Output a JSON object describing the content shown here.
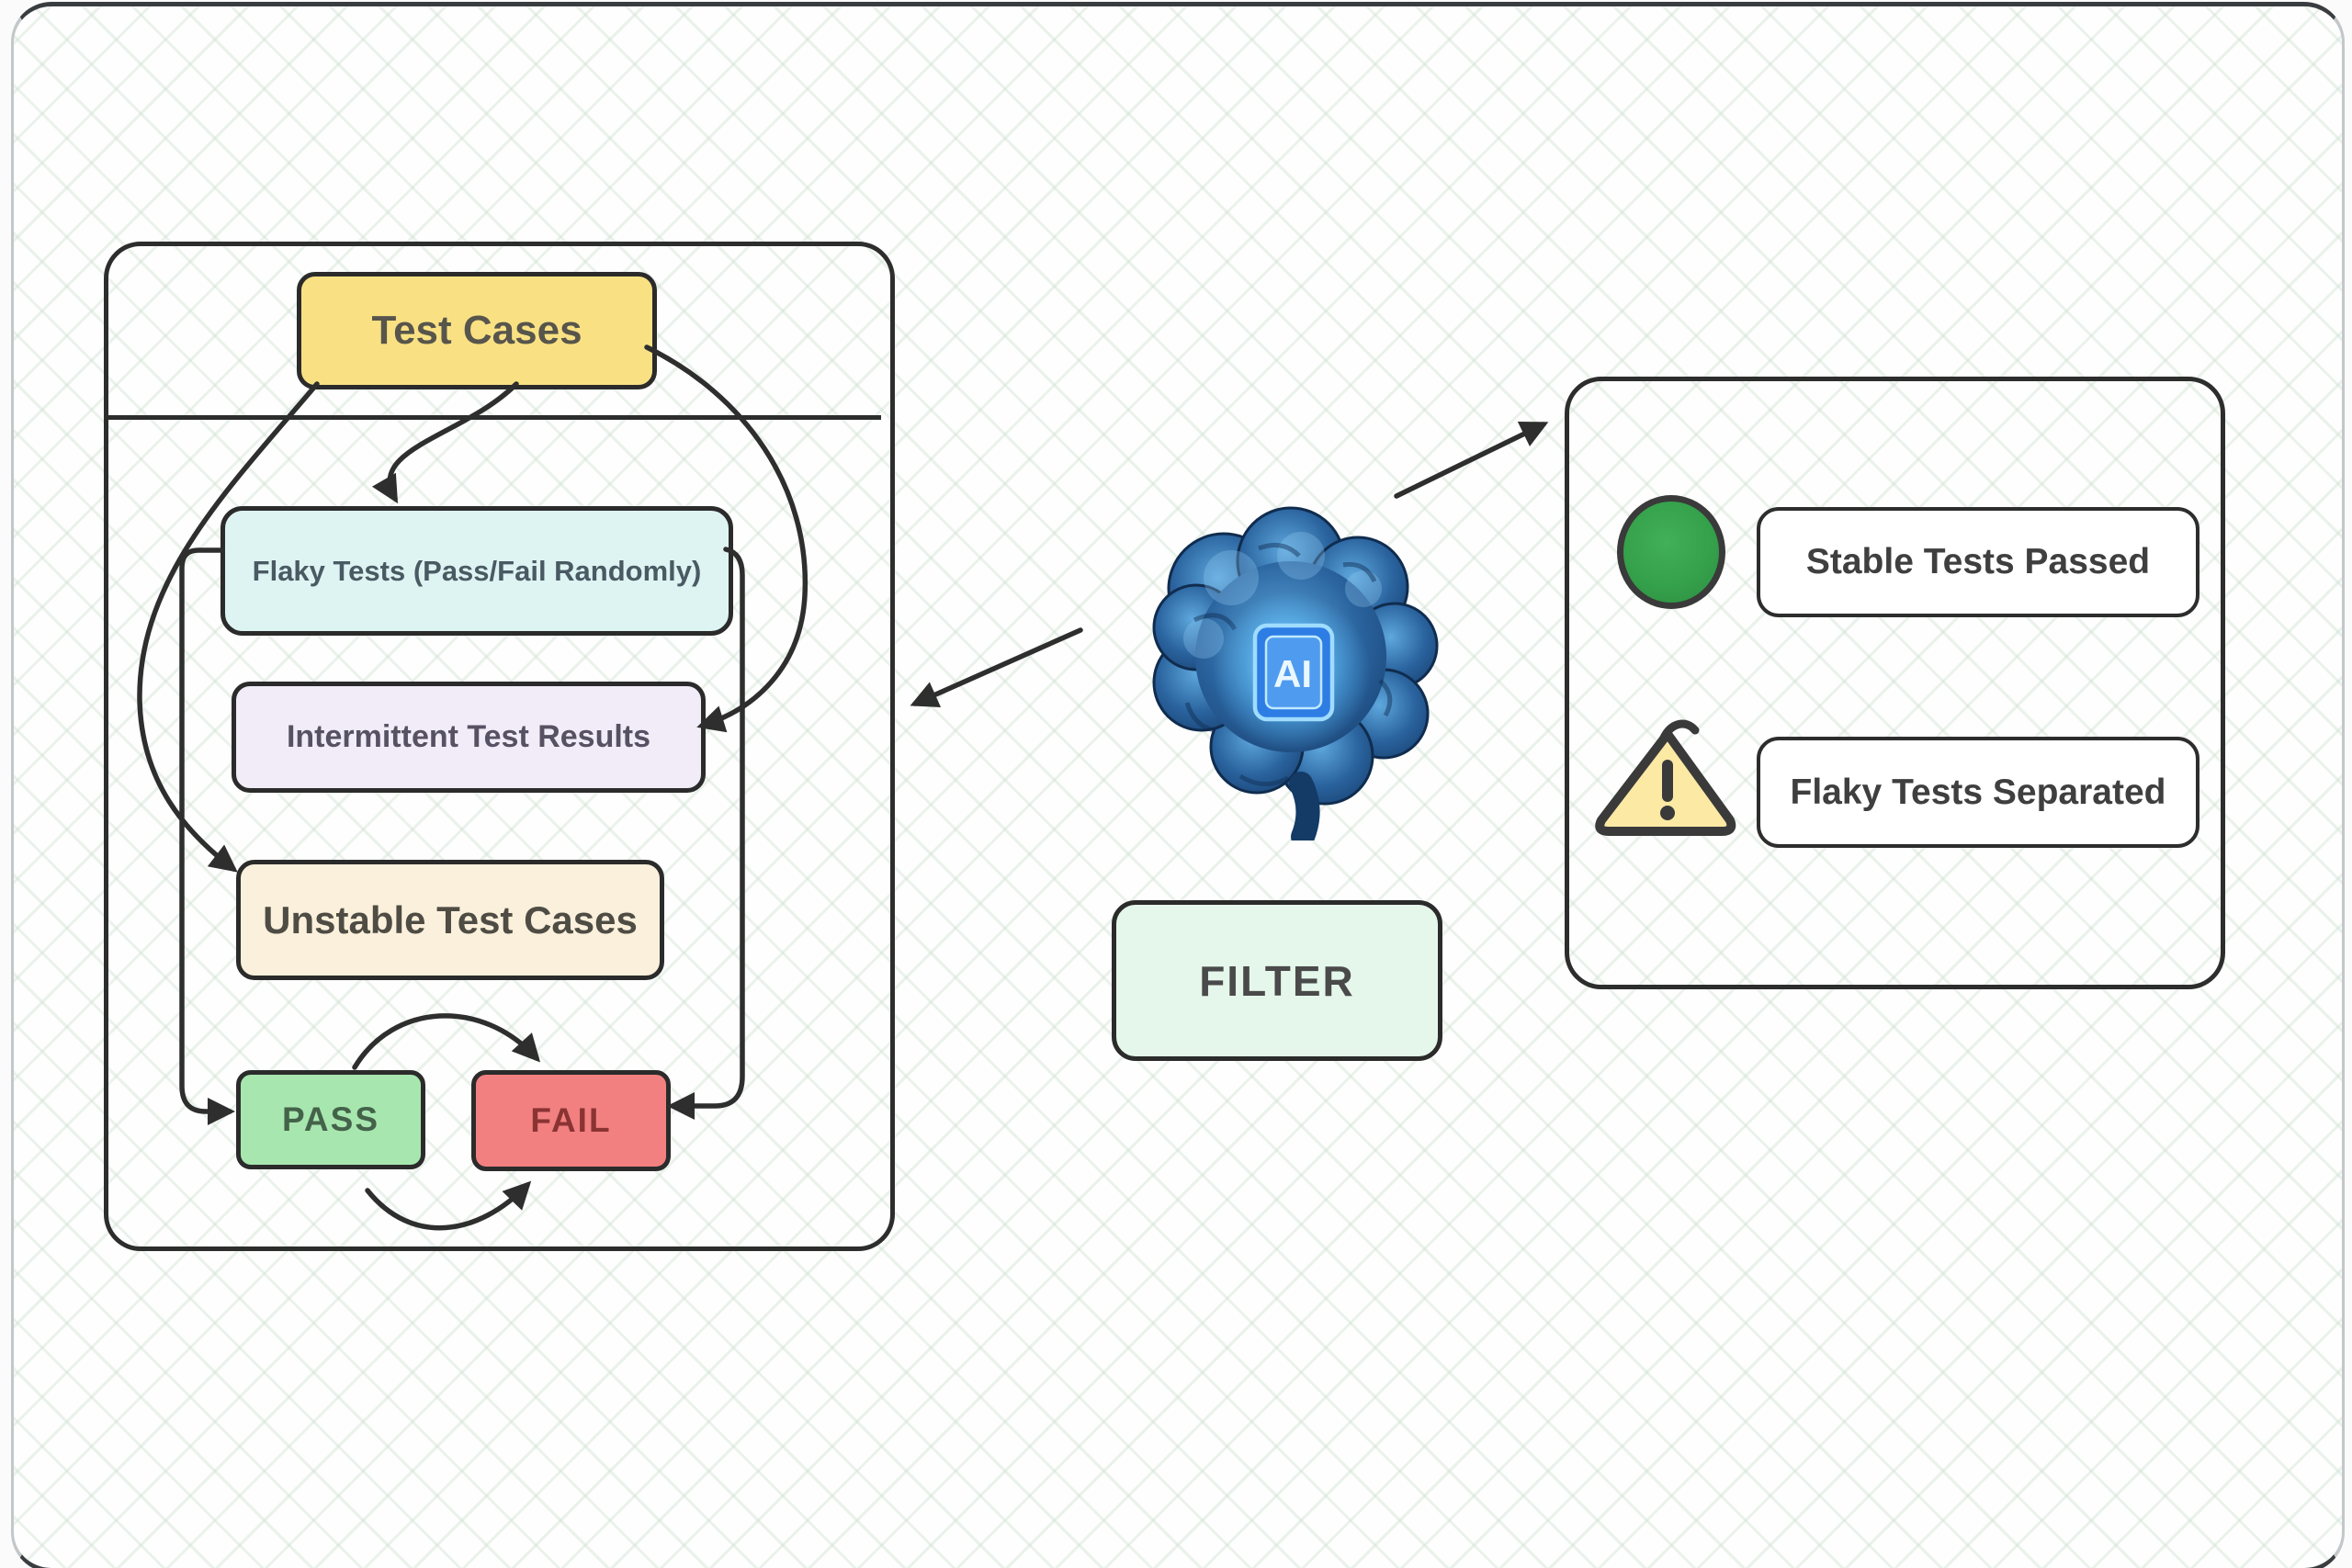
{
  "diagram": {
    "title_none": "",
    "left_panel": {
      "nodes": {
        "test_cases": {
          "label": "Test Cases",
          "color": "#f9e183"
        },
        "flaky": {
          "label": "Flaky Tests (Pass/Fail Randomly)",
          "color": "#def4f3"
        },
        "intermittent": {
          "label": "Intermittent Test Results",
          "color": "#f1ecf7"
        },
        "unstable": {
          "label": "Unstable Test Cases",
          "color": "#fbf0db"
        },
        "pass": {
          "label": "PASS",
          "color": "#a7e7af"
        },
        "fail": {
          "label": "FAIL",
          "color": "#f28080"
        }
      }
    },
    "center": {
      "brain_icon": "ai-brain-icon",
      "chip_label": "AI",
      "filter_label": "FILTER",
      "filter_color": "#e4f7ea"
    },
    "right_panel": {
      "items": [
        {
          "icon": "green-circle-icon",
          "icon_color": "#35a14b",
          "label": "Stable Tests Passed"
        },
        {
          "icon": "warning-triangle-icon",
          "icon_color": "#fbe9a4",
          "label": "Flaky Tests Separated"
        }
      ]
    },
    "style": {
      "stroke_color": "#2e2e2e",
      "card_bg": "#fdfefd",
      "pattern_color": "#cbddcd"
    }
  }
}
